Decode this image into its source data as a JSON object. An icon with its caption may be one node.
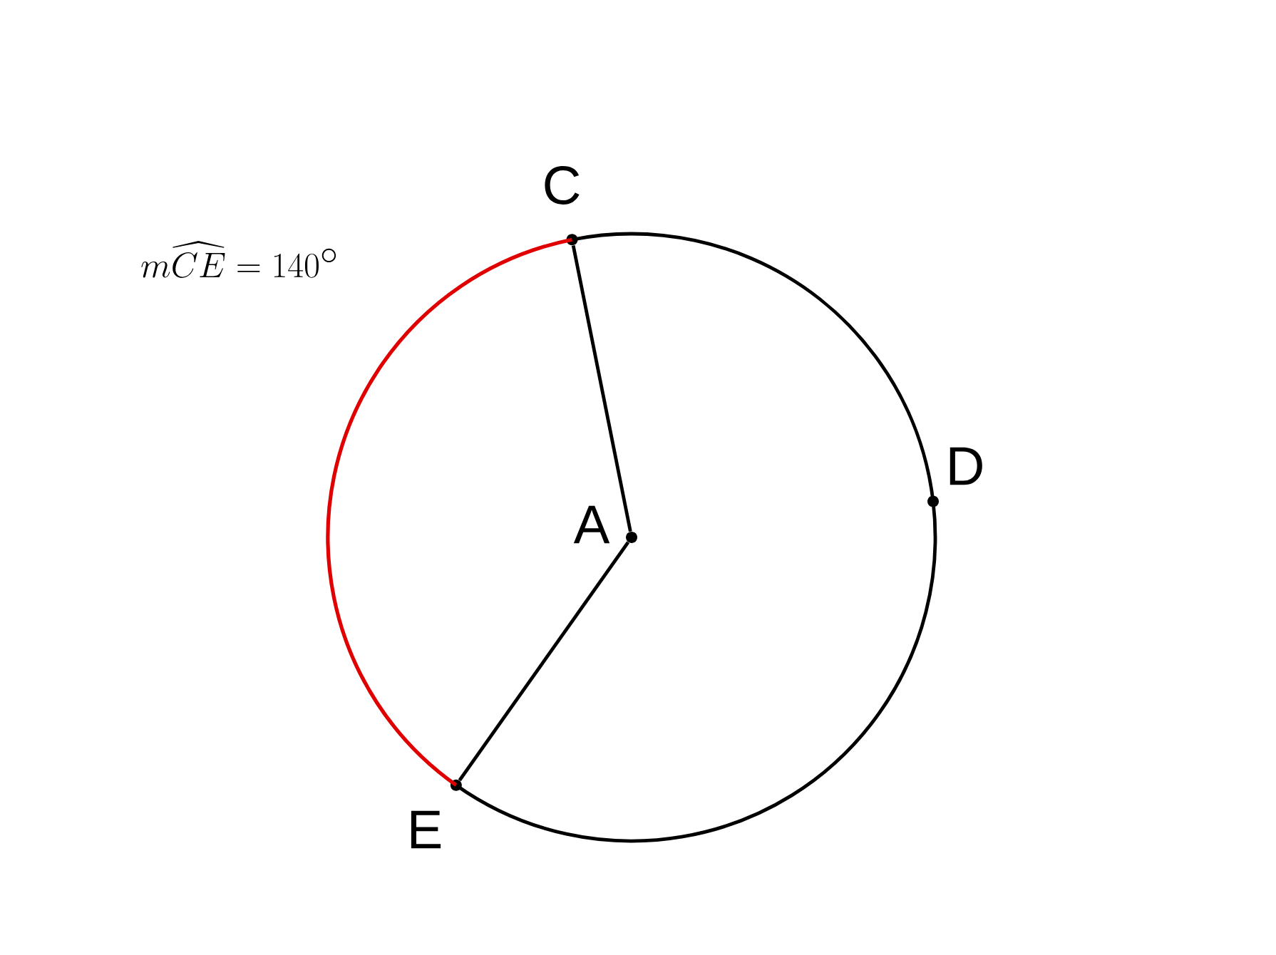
{
  "diagram": {
    "nodes": [
      {
        "text": [
          "A"
        ]
      },
      {
        "text": [
          "C"
        ]
      },
      {
        "text": [
          "D"
        ]
      },
      {
        "text": [
          "E"
        ]
      }
    ],
    "edges": [
      {
        "from": 0,
        "to": 1,
        "arrow": "none"
      },
      {
        "from": 0,
        "to": 3,
        "arrow": "none"
      },
      {
        "from": 1,
        "to": 3,
        "arrow": "none",
        "color": "#e00000"
      },
      {
        "from": 3,
        "to": 2,
        "arrow": "none"
      },
      {
        "from": 2,
        "to": 1,
        "arrow": "none"
      }
    ],
    "labels": [
      "m\\widehat{CE} = 140^\\circ"
    ]
  }
}
